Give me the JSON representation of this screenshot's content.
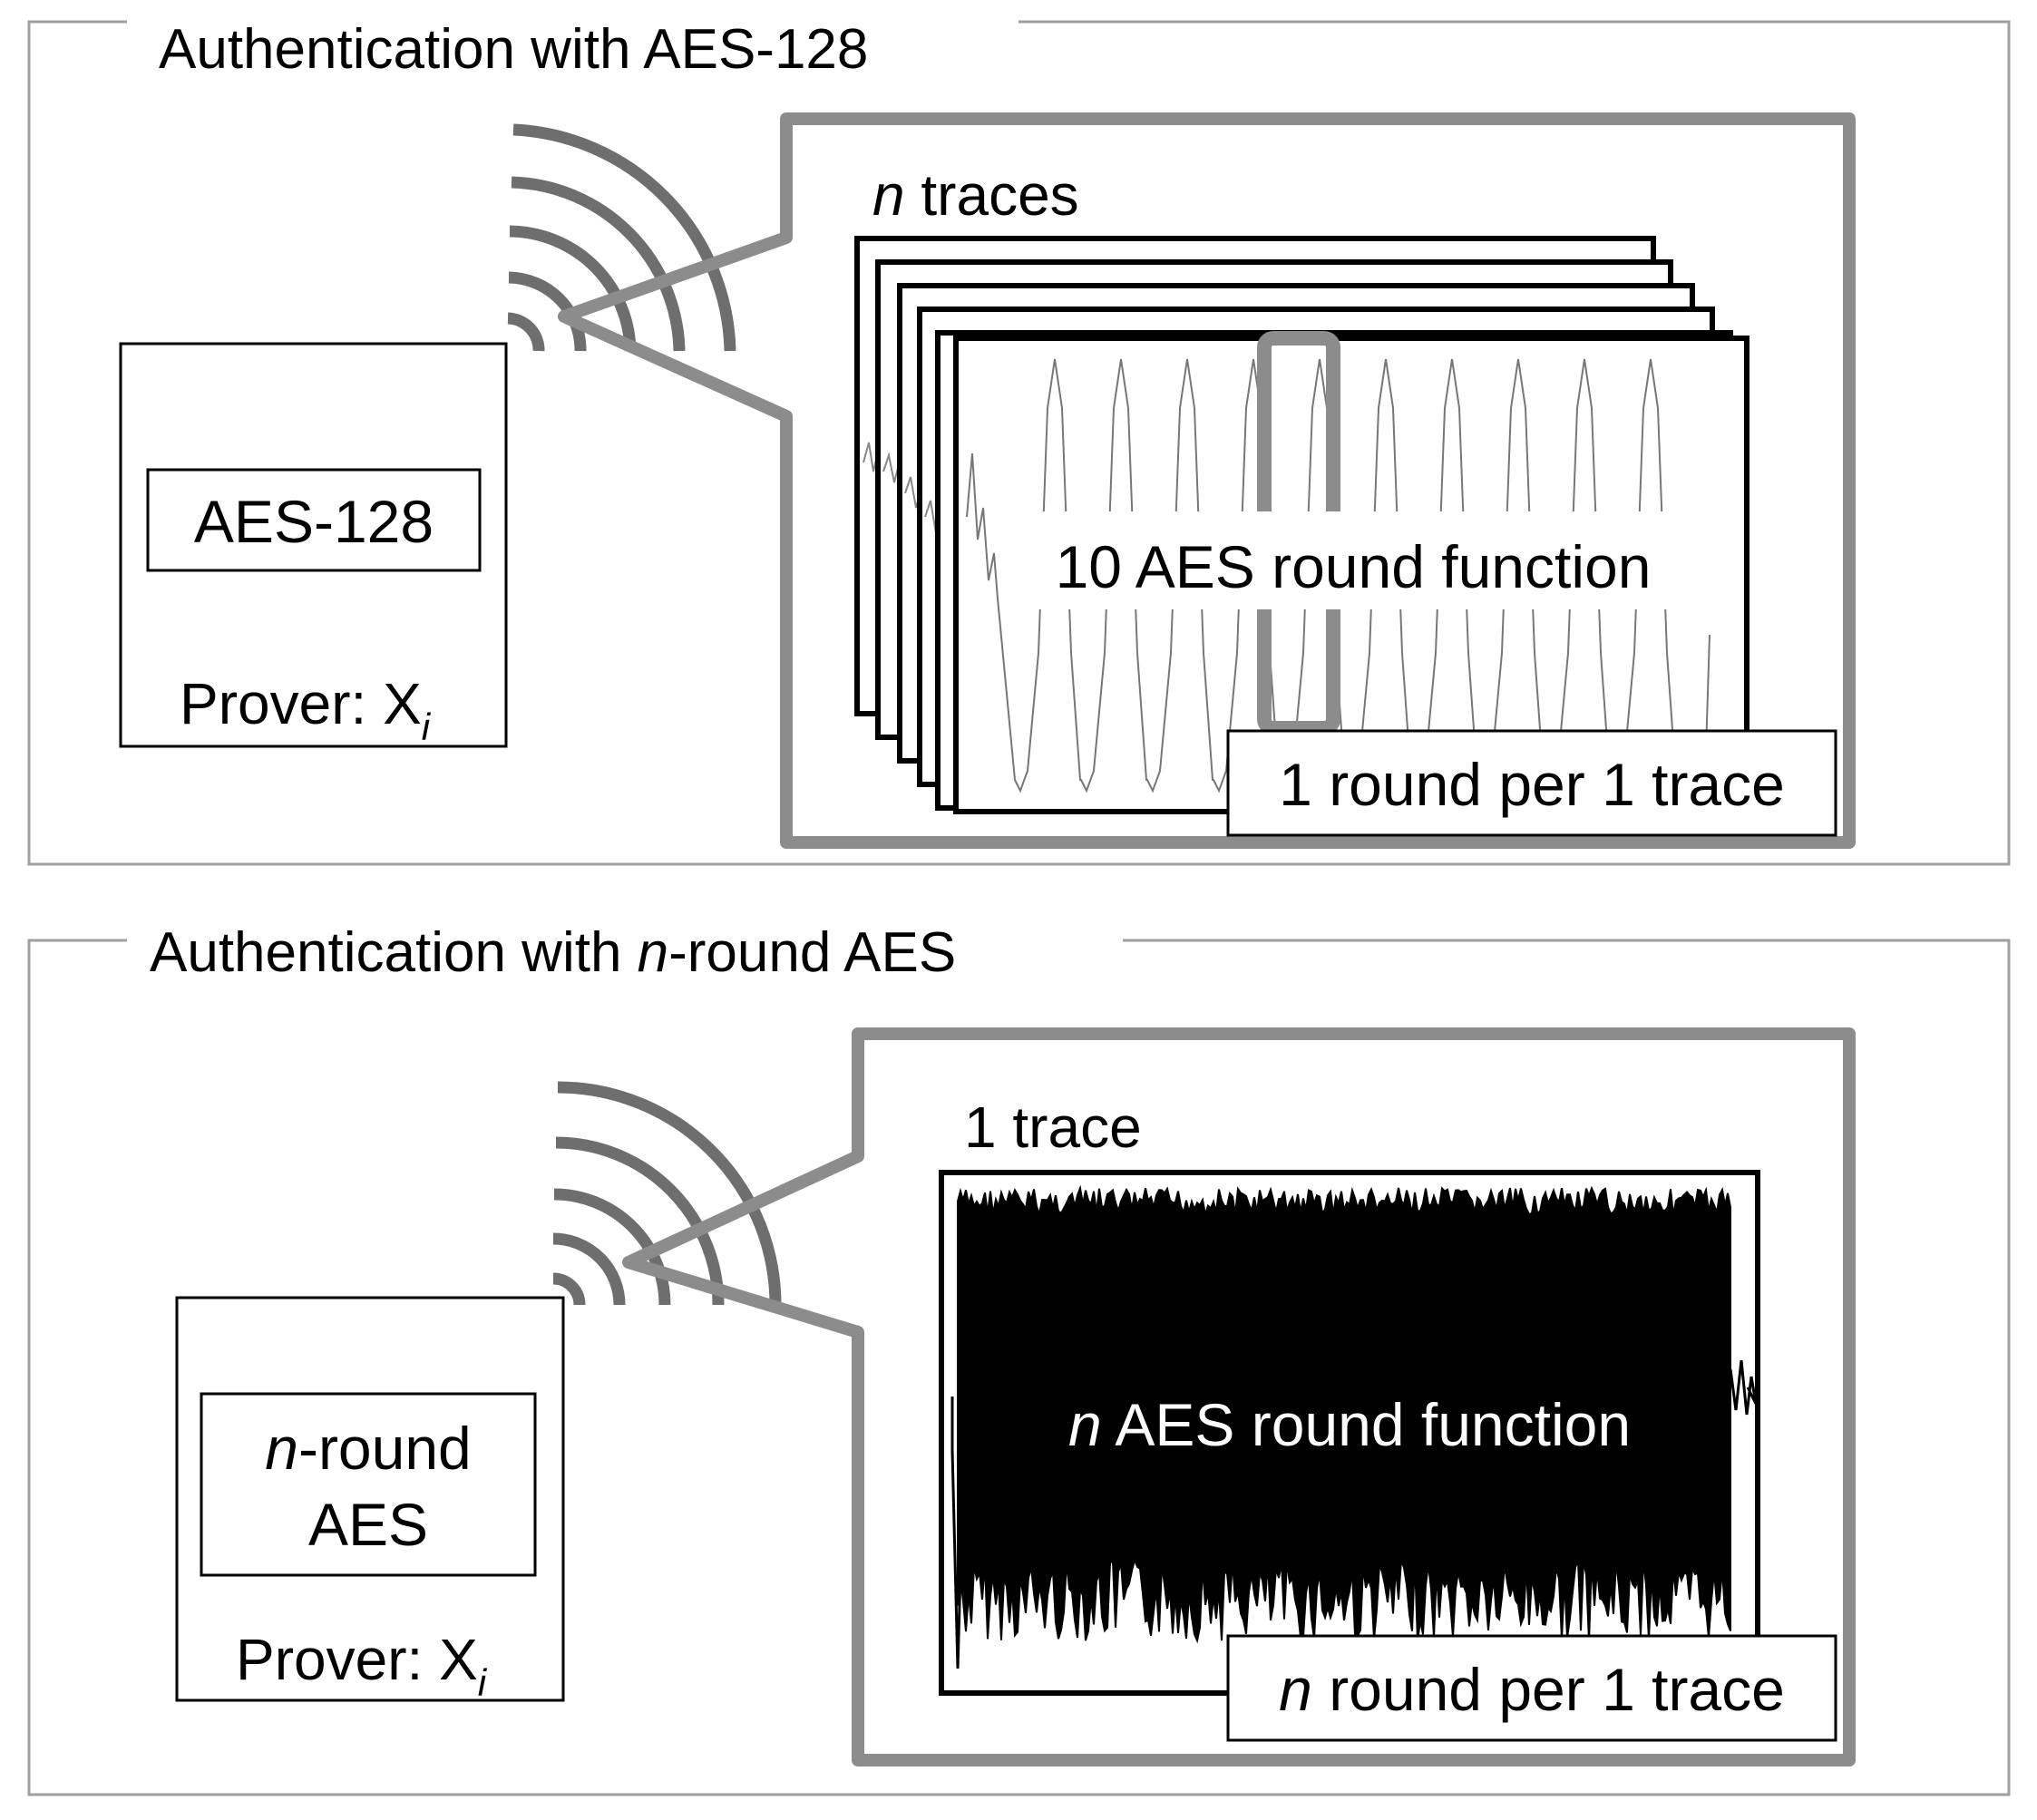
{
  "top_panel": {
    "title": "Authentication with AES-128",
    "prover_module": "AES-128",
    "prover_label": "Prover: X",
    "prover_subscript": "i",
    "traces_var": "n",
    "traces_label": " traces",
    "center_label": "10 AES round function",
    "bottom_caption": "1 round per 1 trace"
  },
  "bottom_panel": {
    "title_prefix": "Authentication with ",
    "title_var": "n",
    "title_suffix": "-round AES",
    "prover_module_var": "n",
    "prover_module_line1": "-round",
    "prover_module_line2": "AES",
    "prover_label": "Prover: X",
    "prover_subscript": "i",
    "trace_label": "1 trace",
    "center_var": "n",
    "center_label": " AES round function",
    "caption_var": "n",
    "caption_label": " round per 1 trace"
  },
  "colors": {
    "panel_border": "#a0a0a0",
    "callout_gray": "#8c8c8c",
    "wave_gray": "#6e6e6e",
    "trace_line": "#777777",
    "signal_fill": "#000000"
  }
}
